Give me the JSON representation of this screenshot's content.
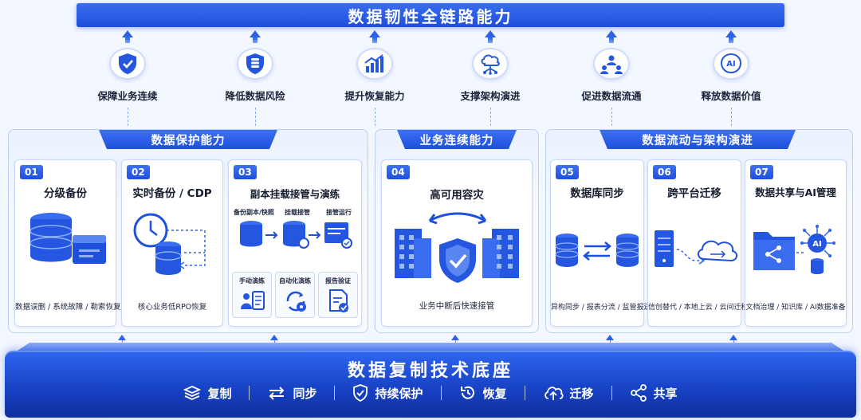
{
  "title": "数据韧性全链路能力",
  "benefits": [
    {
      "icon": "shield-check-icon",
      "label": "保障业务连续"
    },
    {
      "icon": "database-shield-icon",
      "label": "降低数据风险"
    },
    {
      "icon": "bar-chart-up-icon",
      "label": "提升恢复能力"
    },
    {
      "icon": "cloud-network-icon",
      "label": "支撑架构演进"
    },
    {
      "icon": "people-share-icon",
      "label": "促进数据流通"
    },
    {
      "icon": "ai-chip-icon",
      "label": "释放数据价值"
    }
  ],
  "groups": [
    {
      "title": "数据保护能力"
    },
    {
      "title": "业务连续能力"
    },
    {
      "title": "数据流动与架构演进"
    }
  ],
  "cards": [
    {
      "num": "01",
      "title": "分级备份",
      "desc": "数据误删 / 系统故障 / 勒索恢复"
    },
    {
      "num": "02",
      "title": "实时备份 / CDP",
      "desc": "核心业务低RPO恢复"
    },
    {
      "num": "03",
      "title": "副本挂载接管与演练",
      "steps": [
        "备份副本/快照",
        "挂载接管",
        "接管运行"
      ],
      "minis": [
        "手动演练",
        "自动化演练",
        "报告验证"
      ]
    },
    {
      "num": "04",
      "title": "高可用容灾",
      "desc": "业务中断后快速接管"
    },
    {
      "num": "05",
      "title": "数据库同步",
      "desc": "异构同步 / 报表分流 / 监管报送"
    },
    {
      "num": "06",
      "title": "跨平台迁移",
      "desc": "信创替代 / 本地上云 / 云间迁移"
    },
    {
      "num": "07",
      "title": "数据共享与AI管理",
      "desc": "文档治理 / 知识库 / AI数据准备"
    }
  ],
  "base": {
    "title": "数据复制技术底座",
    "items": [
      {
        "icon": "layers-icon",
        "label": "复制"
      },
      {
        "icon": "sync-arrows-icon",
        "label": "同步"
      },
      {
        "icon": "shield-check-icon",
        "label": "持续保护"
      },
      {
        "icon": "restore-clock-icon",
        "label": "恢复"
      },
      {
        "icon": "cloud-upload-icon",
        "label": "迁移"
      },
      {
        "icon": "share-icon",
        "label": "共享"
      }
    ]
  },
  "colors": {
    "primary": "#1e50db",
    "accent": "#2d62e8",
    "background": "#f3f7ff"
  }
}
